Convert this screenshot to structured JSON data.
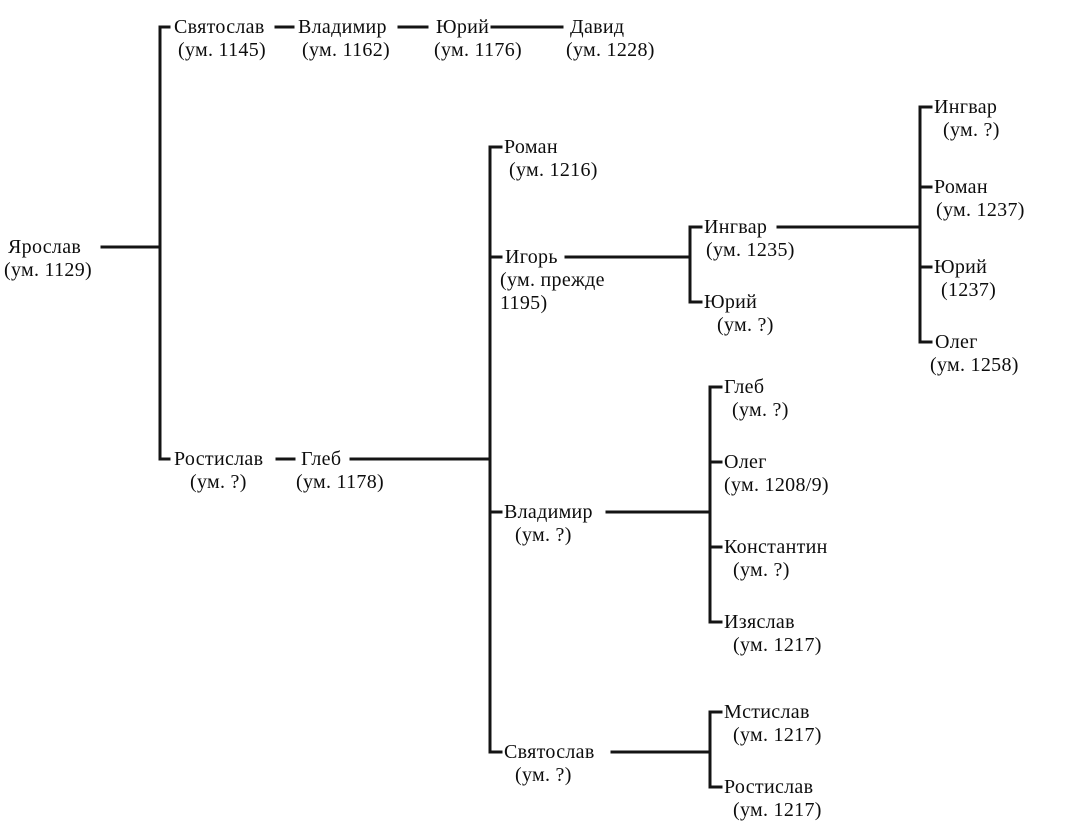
{
  "diagram": {
    "type": "family-tree",
    "language": "ru",
    "line_color": "#141414",
    "background_color": "#ffffff",
    "text_color": "#0d0d0d"
  },
  "persons": [
    {
      "id": 0,
      "name": "Ярослав",
      "years": "(ум. 1129)",
      "parent": null
    },
    {
      "id": 1,
      "name": "Святослав",
      "years": "(ум. 1145)",
      "parent": 0
    },
    {
      "id": 2,
      "name": "Владимир",
      "years": "(ум. 1162)",
      "parent": 1
    },
    {
      "id": 3,
      "name": "Юрий",
      "years": "(ум. 1176)",
      "parent": 2
    },
    {
      "id": 4,
      "name": "Давид",
      "years": "(ум. 1228)",
      "parent": 3
    },
    {
      "id": 5,
      "name": "Ростислав",
      "years": "(ум. ?)",
      "parent": 0
    },
    {
      "id": 6,
      "name": "Глеб",
      "years": "(ум. 1178)",
      "parent": 5
    },
    {
      "id": 7,
      "name": "Роман",
      "years": "(ум. 1216)",
      "parent": 6
    },
    {
      "id": 8,
      "name": "Игорь",
      "years": "(ум. прежде\n1195)",
      "parent": 6
    },
    {
      "id": 9,
      "name": "Ингвар",
      "years": "(ум. 1235)",
      "parent": 8
    },
    {
      "id": 10,
      "name": "Юрий",
      "years": "(ум. ?)",
      "parent": 8
    },
    {
      "id": 11,
      "name": "Ингвар",
      "years": "(ум. ?)",
      "parent": 9
    },
    {
      "id": 12,
      "name": "Роман",
      "years": "(ум. 1237)",
      "parent": 9
    },
    {
      "id": 13,
      "name": "Юрий",
      "years": "(1237)",
      "parent": 9
    },
    {
      "id": 14,
      "name": "Олег",
      "years": "(ум. 1258)",
      "parent": 9
    },
    {
      "id": 15,
      "name": "Владимир",
      "years": "(ум. ?)",
      "parent": 6
    },
    {
      "id": 16,
      "name": "Глеб",
      "years": "(ум. ?)",
      "parent": 15
    },
    {
      "id": 17,
      "name": "Олег",
      "years": "(ум. 1208/9)",
      "parent": 15
    },
    {
      "id": 18,
      "name": "Константин",
      "years": "(ум. ?)",
      "parent": 15
    },
    {
      "id": 19,
      "name": "Изяслав",
      "years": "(ум. 1217)",
      "parent": 15
    },
    {
      "id": 20,
      "name": "Святослав",
      "years": "(ум. ?)",
      "parent": 6
    },
    {
      "id": 21,
      "name": "Мстислав",
      "years": "(ум. 1217)",
      "parent": 20
    },
    {
      "id": 22,
      "name": "Ростислав",
      "years": "(ум. 1217)",
      "parent": 20
    }
  ]
}
